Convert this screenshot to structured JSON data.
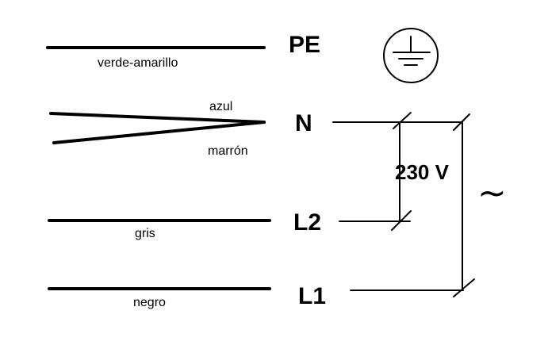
{
  "conductors": [
    {
      "id": "pe",
      "terminal": "PE",
      "wire_color": "verde-amarillo"
    },
    {
      "id": "n",
      "terminal": "N",
      "wire_colors": [
        "azul",
        "marrón"
      ]
    },
    {
      "id": "l2",
      "terminal": "L2",
      "wire_color": "gris"
    },
    {
      "id": "l1",
      "terminal": "L1",
      "wire_color": "negro"
    }
  ],
  "voltage_label": "230 V",
  "ac_symbol": "~",
  "icons": {
    "ground": "earth-ground-icon"
  }
}
